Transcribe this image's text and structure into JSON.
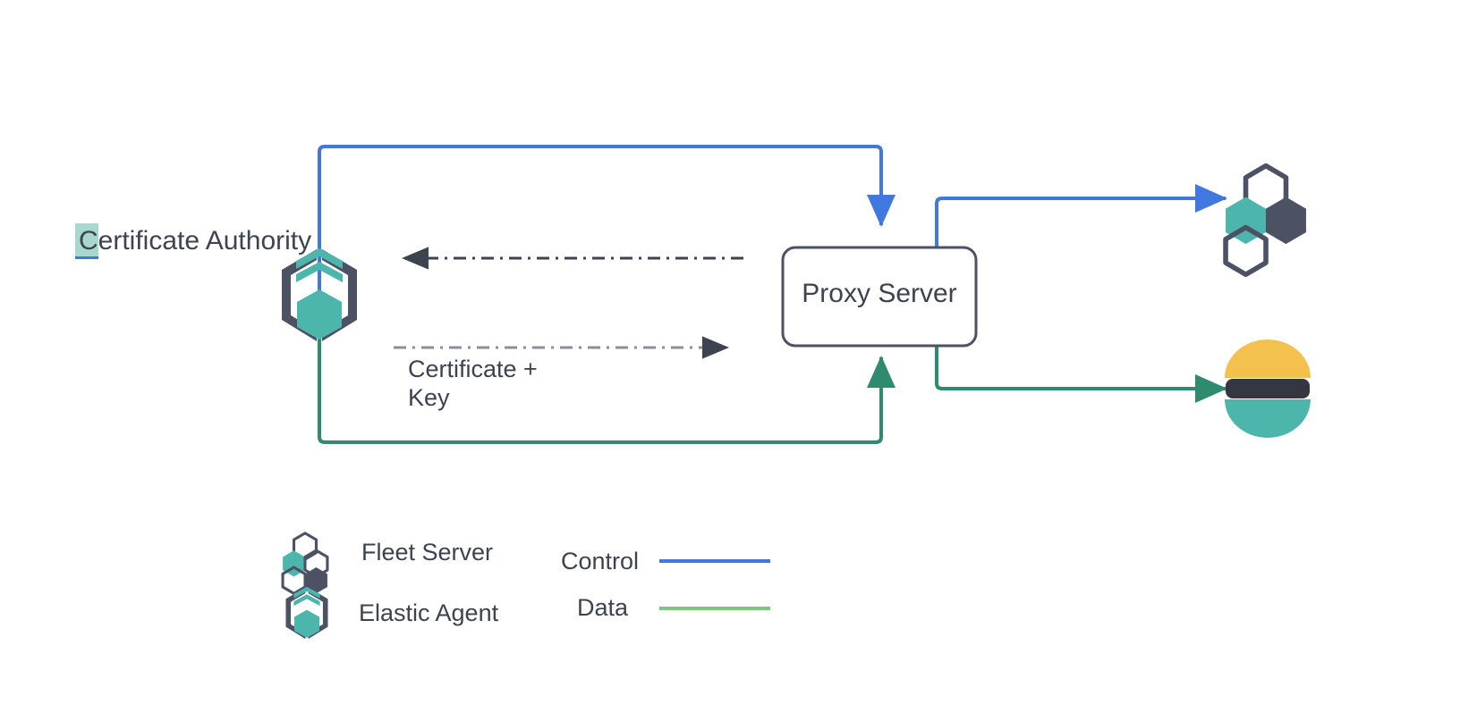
{
  "diagram": {
    "title": "Elastic Agent certificate flow through a Proxy Server",
    "nodes": {
      "certificate_authority": {
        "label": "Certificate Authority",
        "highlighted_char": "C",
        "rest": "ertificate Authority",
        "icon": "elastic-agent-icon"
      },
      "proxy_server": {
        "label": "Proxy Server",
        "shape": "rounded-rectangle"
      },
      "fleet_server": {
        "label": "",
        "icon": "fleet-server-icon"
      },
      "elasticsearch": {
        "label": "",
        "icon": "elasticsearch-icon"
      }
    },
    "edges": [
      {
        "name": "agent-to-proxy-control",
        "type": "Control",
        "color": "#4178df",
        "from": "elastic-agent",
        "to": "proxy-server",
        "arrow": "down"
      },
      {
        "name": "proxy-to-fleet-control",
        "type": "Control",
        "color": "#4178df",
        "from": "proxy-server",
        "to": "fleet-server",
        "arrow": "right"
      },
      {
        "name": "agent-to-proxy-data",
        "type": "Data",
        "color": "#2f8b6f",
        "from": "elastic-agent",
        "to": "proxy-server",
        "arrow": "up"
      },
      {
        "name": "proxy-to-elasticsearch-data",
        "type": "Data",
        "color": "#2f8b6f",
        "from": "proxy-server",
        "to": "elasticsearch",
        "arrow": "right"
      },
      {
        "name": "proxy-to-ca-request",
        "type": "Certificate request",
        "color": "#3d4450",
        "style": "dash-dot",
        "arrow": "left"
      },
      {
        "name": "ca-to-proxy-certificate",
        "type": "Certificate + Key",
        "color": "#8b8f99",
        "style": "dash-dot",
        "arrow": "right",
        "label": "Certificate +\nKey"
      }
    ]
  },
  "certkey_label": "Certificate +\nKey",
  "legend": {
    "items": [
      {
        "name": "fleet-server",
        "label": "Fleet Server",
        "icon": "fleet-server-icon"
      },
      {
        "name": "elastic-agent",
        "label": "Elastic Agent",
        "icon": "elastic-agent-icon"
      }
    ],
    "lines": [
      {
        "name": "control",
        "label": "Control",
        "color": "#4178df"
      },
      {
        "name": "data",
        "label": "Data",
        "color": "#7fc47f"
      }
    ]
  },
  "colors": {
    "teal": "#4db6ac",
    "dark_slate": "#4c5263",
    "blue": "#4178df",
    "green": "#2f8b6f",
    "legend_green": "#7fc47f",
    "yellow": "#f4c04e",
    "elastic_dark": "#343741",
    "text": "#3d4450",
    "highlight": "#a8d8cd"
  }
}
